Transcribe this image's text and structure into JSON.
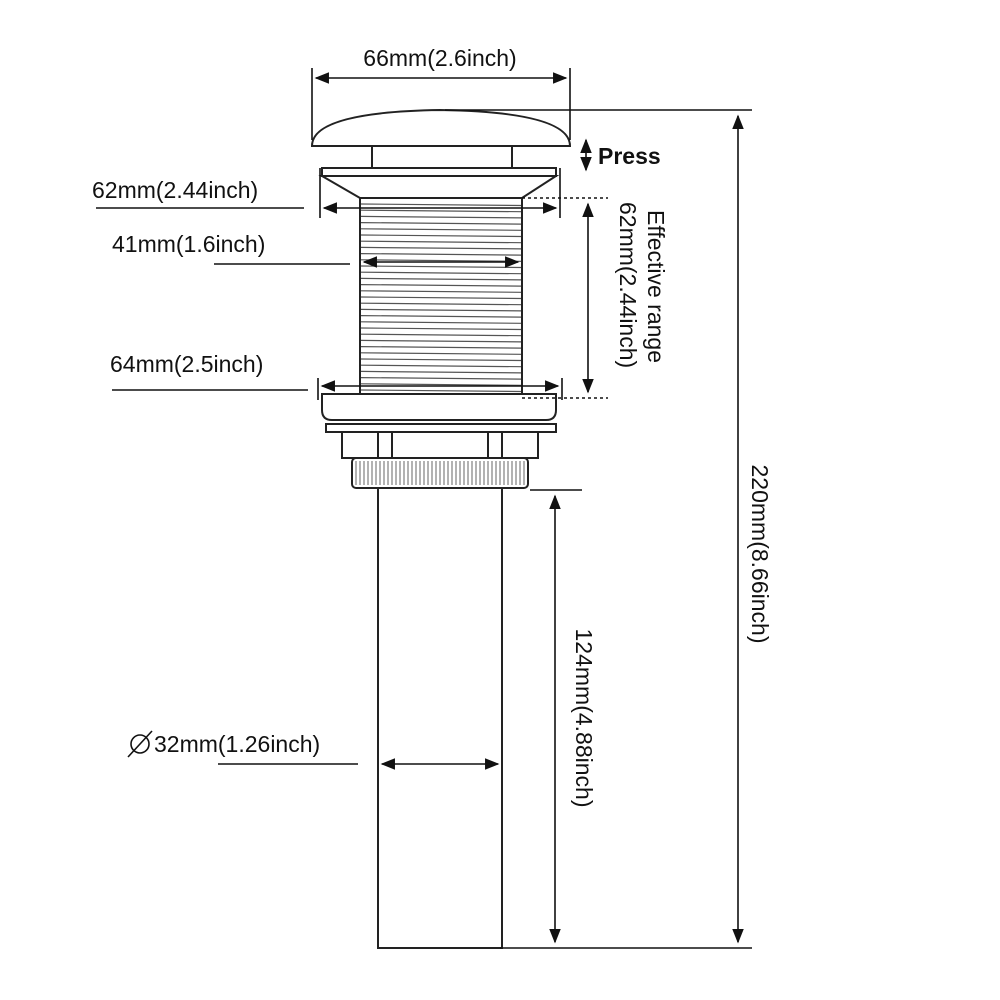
{
  "labels": {
    "top_width": "66mm(2.6inch)",
    "press": "Press",
    "flange_62": "62mm(2.44inch)",
    "thread_41": "41mm(1.6inch)",
    "flange_64": "64mm(2.5inch)",
    "pipe_diameter": "32mm(1.26inch)",
    "effective_range_line1": "Effective range",
    "effective_range_line2": "62mm(2.44inch)",
    "total_height": "220mm(8.66inch)",
    "tail_length": "124mm(4.88inch)"
  },
  "symbols": {
    "diameter": "diameter-symbol"
  },
  "colors": {
    "line": "#111111",
    "part_outline": "#222222",
    "part_fill": "#ffffff"
  }
}
